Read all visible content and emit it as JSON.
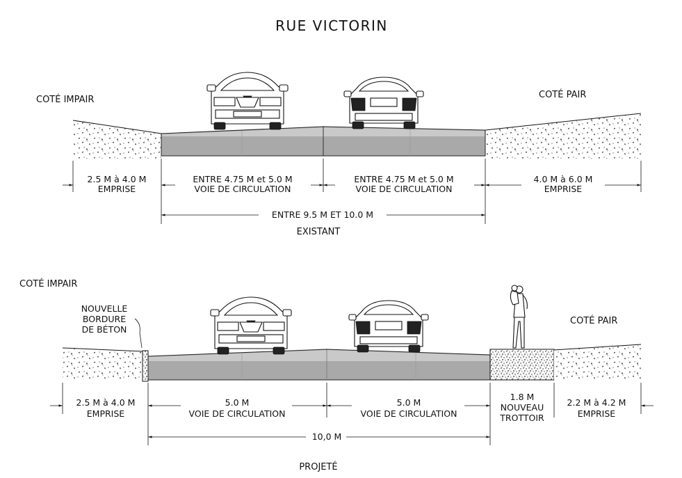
{
  "title": "RUE VICTORIN",
  "existing": {
    "caption": "EXISTANT",
    "left_side": "COTÉ IMPAIR",
    "right_side": "COTÉ PAIR",
    "dims": [
      {
        "value": "2.5 M à 4.0 M",
        "label": "EMPRISE"
      },
      {
        "value": "ENTRE 4.75 M et 5.0 M",
        "label": "VOIE DE CIRCULATION"
      },
      {
        "value": "ENTRE 4.75 M et 5.0 M",
        "label": "VOIE DE CIRCULATION"
      },
      {
        "value": "4.0 M à 6.0 M",
        "label": "EMPRISE"
      }
    ],
    "total": "ENTRE 9.5 M ET 10.0 M"
  },
  "projected": {
    "caption": "PROJETÉ",
    "left_side": "COTÉ IMPAIR",
    "right_side": "COTÉ PAIR",
    "curb_note": [
      "NOUVELLE",
      "BORDURE",
      "DE BÉTON"
    ],
    "dims": [
      {
        "value": "2.5 M à 4.0 M",
        "label": "EMPRISE"
      },
      {
        "value": "5.0 M",
        "label": "VOIE DE CIRCULATION"
      },
      {
        "value": "5.0 M",
        "label": "VOIE DE CIRCULATION"
      },
      {
        "value": "1.8 M",
        "label": "NOUVEAU",
        "label2": "TROTTOIR"
      },
      {
        "value": "2.2 M à 4.2 M",
        "label": "EMPRISE"
      }
    ],
    "total": "10,0 M"
  }
}
